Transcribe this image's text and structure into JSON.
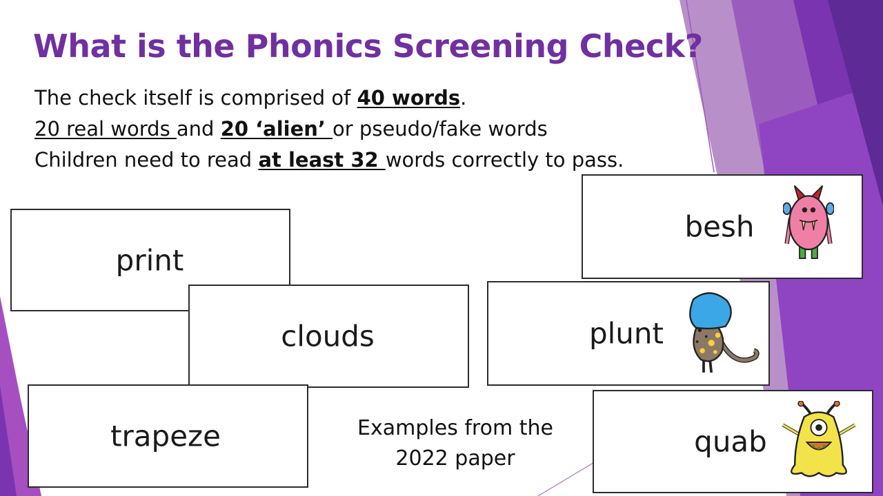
{
  "slide": {
    "title": "What is the Phonics Screening Check?",
    "lines": [
      {
        "pre": "The check itself is comprised of ",
        "em": "40 words",
        "post": "."
      },
      {
        "em1": "20 real words ",
        "mid": "and ",
        "em2": "20 ‘alien’ ",
        "post": "or pseudo/fake words"
      },
      {
        "pre": "Children need to read ",
        "em": "at least 32 ",
        "post": "words correctly to pass."
      }
    ],
    "caption": [
      "Examples from the",
      "2022 paper"
    ]
  },
  "real_words": [
    "print",
    "clouds",
    "trapeze"
  ],
  "alien_words": [
    {
      "word": "besh",
      "icon": "pink-horned-monster-icon"
    },
    {
      "word": "plunt",
      "icon": "blue-haired-spotted-monster-icon"
    },
    {
      "word": "quab",
      "icon": "yellow-one-eyed-monster-icon"
    }
  ],
  "colors": {
    "title": "#7030a0",
    "purple_dark": "#6a2c9e",
    "purple_mid": "#9b4fc0",
    "purple_light": "#c39bd3"
  }
}
